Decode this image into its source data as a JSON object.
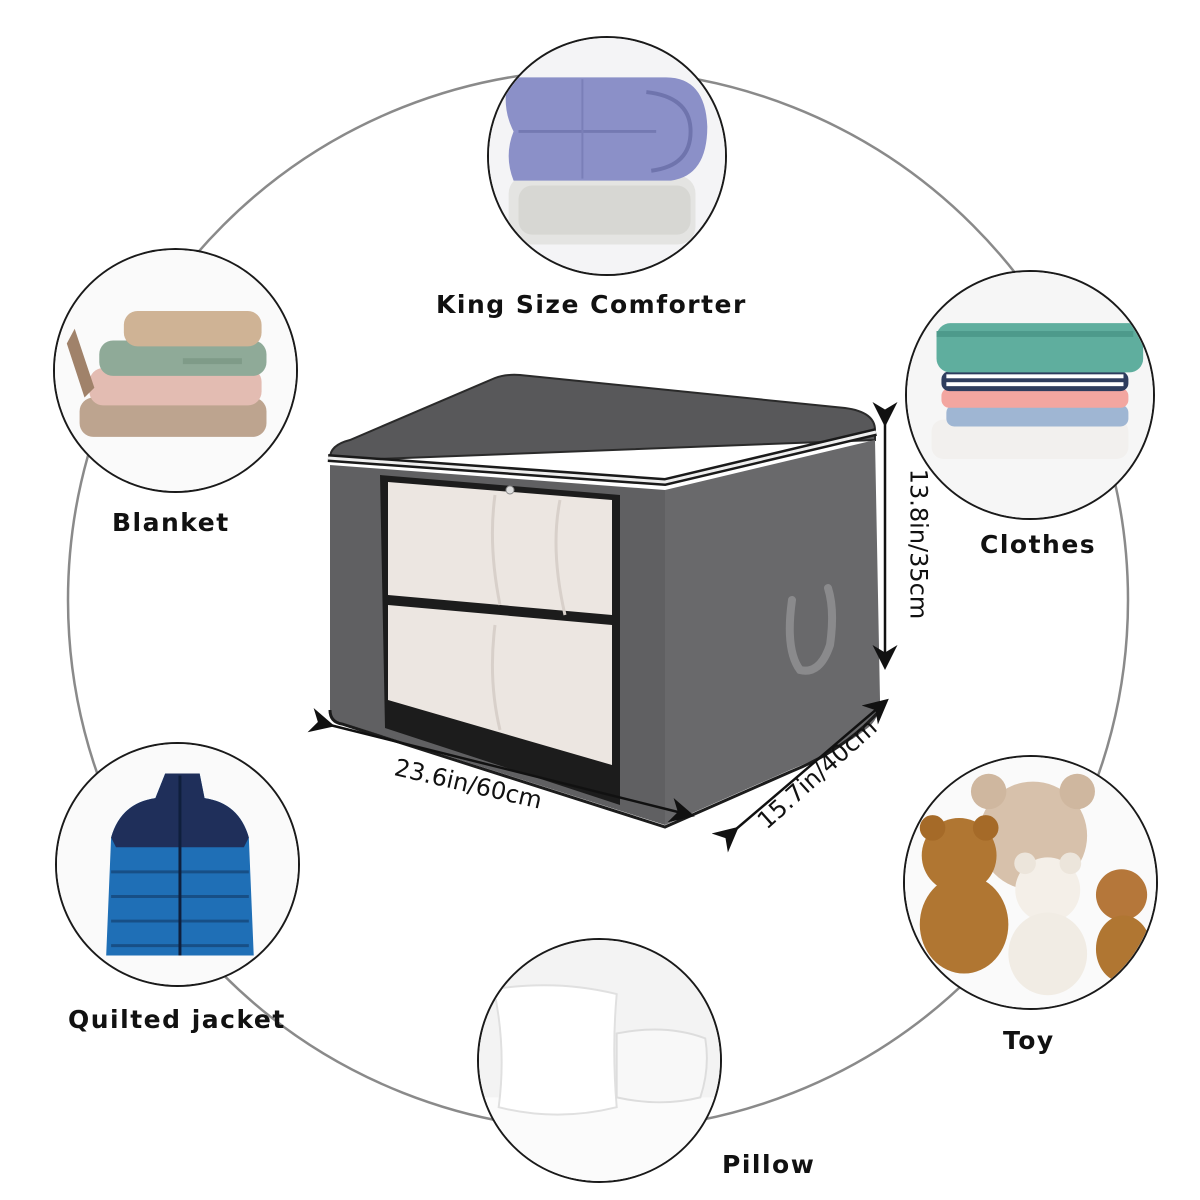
{
  "product": {
    "name": "storage-bag",
    "body_color": "#5f5f61",
    "lid_color": "#585859",
    "zipper_color": "#e6e6e6",
    "window_fill_color": "#ece6e1"
  },
  "items": [
    {
      "id": "king-size-comforter",
      "label": "King Size Comforter",
      "icon": "comforter-image"
    },
    {
      "id": "clothes",
      "label": "Clothes",
      "icon": "clothes-image"
    },
    {
      "id": "toy",
      "label": "Toy",
      "icon": "teddy-bear-image"
    },
    {
      "id": "pillow",
      "label": "Pillow",
      "icon": "pillow-image"
    },
    {
      "id": "quilted-jacket",
      "label": "Quilted jacket",
      "icon": "jacket-image"
    },
    {
      "id": "blanket",
      "label": "Blanket",
      "icon": "blanket-image"
    }
  ],
  "dimensions": {
    "width": "23.6in/60cm",
    "depth": "15.7in/40cm",
    "height": "13.8in/35cm"
  },
  "colors": {
    "ring_line": "#8a8a8a",
    "thumb_border": "#1a1a1a",
    "text": "#111111"
  }
}
